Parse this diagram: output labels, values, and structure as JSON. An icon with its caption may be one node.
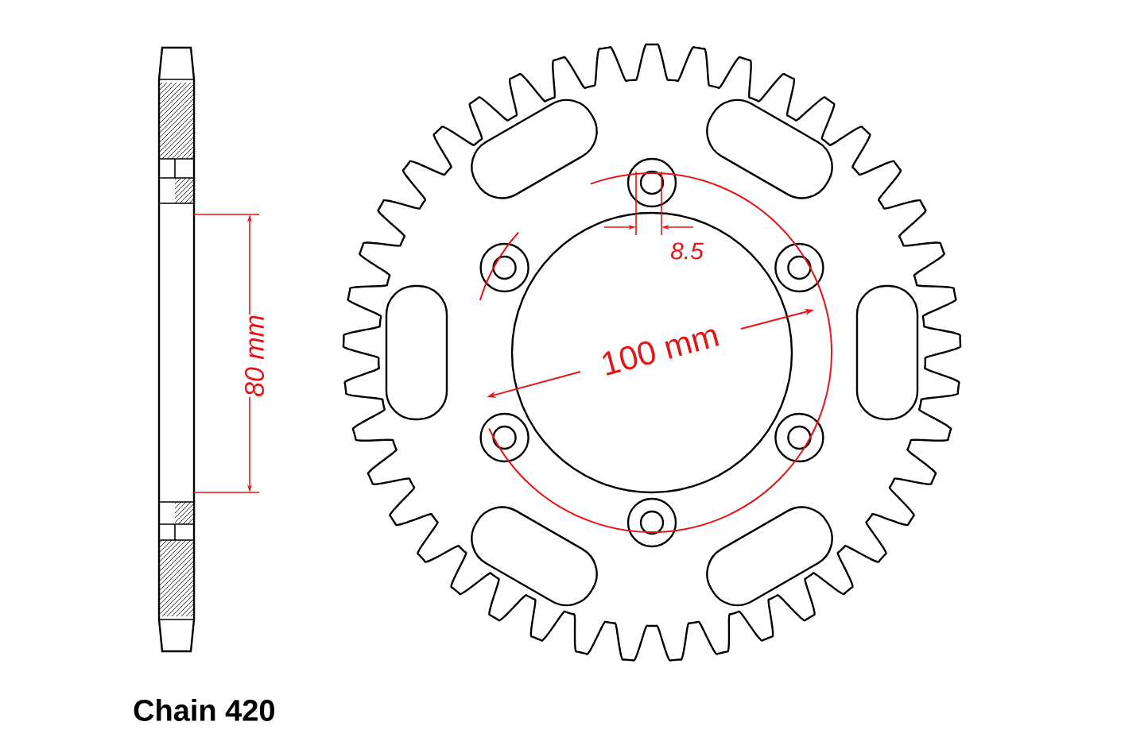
{
  "diagram": {
    "labels": [
      "80 mm",
      "8.5",
      "100 mm",
      "Chain 420"
    ]
  }
}
